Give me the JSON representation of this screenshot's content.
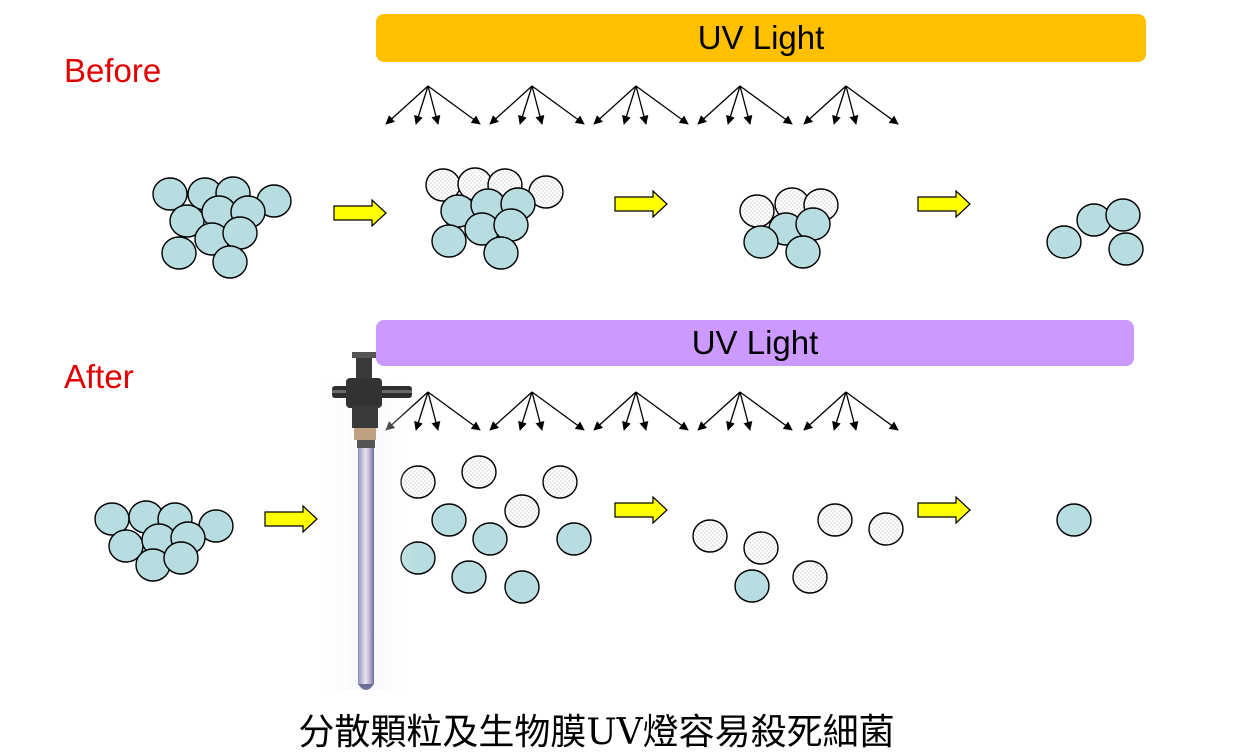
{
  "before_section": {
    "label": "Before",
    "uv_bar": {
      "label": "UV Light",
      "color": "#ffc000"
    }
  },
  "after_section": {
    "label": "After",
    "uv_bar": {
      "label": "UV Light",
      "color": "#cc99ff"
    }
  },
  "caption": "分散顆粒及生物膜UV燈容易殺死細菌",
  "colors": {
    "particle": "#b8dde0",
    "killed_particle": "#ffffff",
    "arrow": "#ffff00",
    "label_red": "#e00000"
  },
  "icons": [
    "uv-ray-fan-icon",
    "process-arrow-icon",
    "uv-lamp-device-icon"
  ]
}
